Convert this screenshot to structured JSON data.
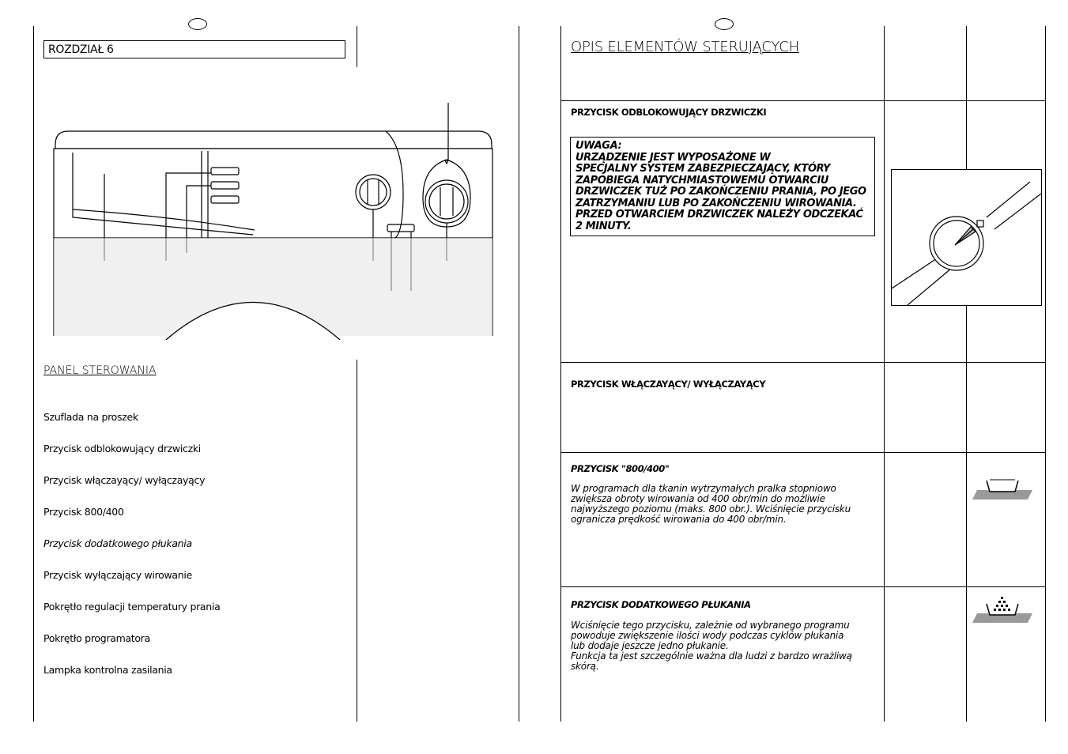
{
  "left": {
    "chapter": "ROZDZIAŁ 6",
    "panel_title": "PANEL STEROWANIA",
    "items": [
      {
        "label": "Szuflada na proszek"
      },
      {
        "label": "Przycisk odblokowujący drzwiczki"
      },
      {
        "label": "Przycisk włączayący/ wyłączayący"
      },
      {
        "label": "Przycisk 800/400"
      },
      {
        "label": "Przycisk dodatkowego płukania"
      },
      {
        "label": "Przycisk wyłączający wirowanie"
      },
      {
        "label": "Pokrętło regulacji temperatury prania"
      },
      {
        "label": "Pokrętło programatora"
      },
      {
        "label": "Lampka kontrolna zasilania"
      }
    ]
  },
  "right": {
    "title": "OPIS ELEMENTÓW STERUJĄCYCH",
    "door": {
      "heading": "PRZYCISK ODBLOKOWUJĄCY DRZWICZKI",
      "warning": [
        "UWAGA:",
        "URZĄDZENIE JEST WYPOSAŻONE W",
        "SPECJALNY SYSTEM ZABEZPIECZAJĄCY, KTÓRY",
        "ZAPOBIEGA NATYCHMIASTOWEMU OTWARCIU",
        "DRZWICZEK TUŻ PO ZAKOŃCZENIU PRANIA, PO JEGO",
        "ZATRZYMANIU LUB PO ZAKOŃCZENIU WIROWANIA.",
        "PRZED OTWARCIEM DRZWICZEK NALEŻY ODCZEKAĆ",
        "2 MINUTY."
      ]
    },
    "power": {
      "heading": "PRZYCISK WŁĄCZAYĄCY/ WYŁĄCZAYĄCY"
    },
    "spin": {
      "heading": "PRZYCISK \"800/400\"",
      "text": [
        "W programach dla tkanin wytrzymałych pralka stopniowo",
        "zwiększa obroty wirowania od 400 obr/min do możliwie",
        "najwyższego poziomu (maks. 800 obr.). Wciśnięcie przycisku",
        "ogranicza prędkość wirowania do 400 obr/min."
      ],
      "icon": "wash-tub-icon"
    },
    "rinse": {
      "heading": "PRZYCISK DODATKOWEGO PŁUKANIA",
      "text": [
        "Wciśnięcie tego przycisku, zależnie od wybranego programu",
        "powoduje zwiększenie ilości wody podczas cyklów płukania",
        "lub dodaje jeszcze jedno płukanie.",
        "Funkcja ta jest szczególnie ważna dla ludzi z bardzo wrażliwą",
        "skórą."
      ],
      "icon": "extra-rinse-icon"
    }
  }
}
